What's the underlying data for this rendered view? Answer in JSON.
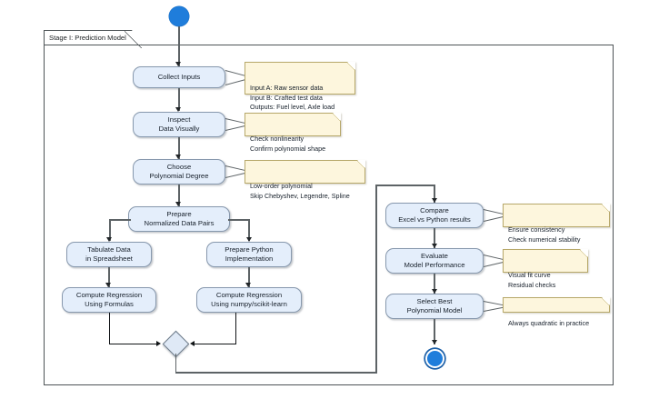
{
  "diagram": {
    "type": "uml-activity-diagram",
    "frame_label": "Stage I: Prediction Model",
    "start_node": "start-node",
    "end_node": "end-node",
    "merge_node": "merge-node",
    "activities": [
      {
        "id": "collect-inputs",
        "label": "Collect Inputs"
      },
      {
        "id": "inspect-data",
        "label": "Inspect\nData Visually"
      },
      {
        "id": "choose-degree",
        "label": "Choose\nPolynomial Degree"
      },
      {
        "id": "prepare-pairs",
        "label": "Prepare\nNormalized Data Pairs"
      },
      {
        "id": "tabulate-data",
        "label": "Tabulate Data\nin Spreadsheet"
      },
      {
        "id": "prepare-python",
        "label": "Prepare Python\nImplementation"
      },
      {
        "id": "compute-formulas",
        "label": "Compute Regression\nUsing Formulas"
      },
      {
        "id": "compute-numpy",
        "label": "Compute Regression\nUsing numpy/scikit-learn"
      },
      {
        "id": "compare-results",
        "label": "Compare\nExcel vs Python results"
      },
      {
        "id": "evaluate-performance",
        "label": "Evaluate\nModel Performance"
      },
      {
        "id": "select-best-model",
        "label": "Select Best\nPolynomial Model"
      }
    ],
    "notes": [
      {
        "id": "note-inputs",
        "attached_to": "collect-inputs",
        "label": "Input A: Raw sensor data\nInput B: Crafted test data\nOutputs: Fuel level, Axle load"
      },
      {
        "id": "note-inspect",
        "attached_to": "inspect-data",
        "label": "Check nonlinearity\nConfirm polynomial shape"
      },
      {
        "id": "note-degree",
        "attached_to": "choose-degree",
        "label": "Low-order polynomial\nSkip Chebyshev, Legendre, Spline"
      },
      {
        "id": "note-compare",
        "attached_to": "compare-results",
        "label": "Ensure consistency\nCheck numerical stability"
      },
      {
        "id": "note-evaluate",
        "attached_to": "evaluate-performance",
        "label": "Visual fit curve\nResidual checks"
      },
      {
        "id": "note-select",
        "attached_to": "select-best-model",
        "label": "Always quadratic in practice"
      }
    ],
    "colors": {
      "activity_fill": "#e4eefb",
      "activity_border": "#8798ad",
      "note_fill": "#fdf6dd",
      "note_border": "#b7a86a",
      "node_blue": "#1f7ddb",
      "connector": "#5d6366",
      "frame_border": "#4d5356",
      "merge_fill": "#dfe9f6"
    }
  }
}
